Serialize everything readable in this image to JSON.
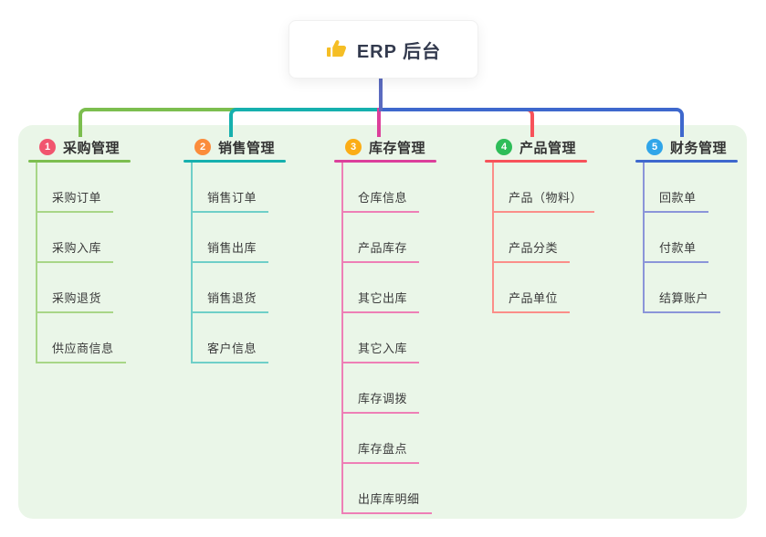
{
  "root": {
    "label": "ERP 后台",
    "icon": "thumbs-up",
    "icon_color": "#f5be25"
  },
  "canvas": {
    "background": "#ffffff",
    "panel_background": "#eaf6e8",
    "root_connector_color": "#5b6bc0"
  },
  "branches": [
    {
      "number": "1",
      "title": "采购管理",
      "circle_color": "#f1556f",
      "line_color": "#7cbe4f",
      "sub_line_color": "#a8d687",
      "items": [
        "采购订单",
        "采购入库",
        "采购退货",
        "供应商信息"
      ]
    },
    {
      "number": "2",
      "title": "销售管理",
      "circle_color": "#fb8c3b",
      "line_color": "#16b0ae",
      "sub_line_color": "#6fcfc8",
      "items": [
        "销售订单",
        "销售出库",
        "销售退货",
        "客户信息"
      ]
    },
    {
      "number": "3",
      "title": "库存管理",
      "circle_color": "#fbad16",
      "line_color": "#dc3f9b",
      "sub_line_color": "#ee7fb6",
      "items": [
        "仓库信息",
        "产品库存",
        "其它出库",
        "其它入库",
        "库存调拨",
        "库存盘点",
        "出库库明细"
      ]
    },
    {
      "number": "4",
      "title": "产品管理",
      "circle_color": "#2ebd59",
      "line_color": "#f7525a",
      "sub_line_color": "#fb8e89",
      "items": [
        "产品（物料）",
        "产品分类",
        "产品单位"
      ]
    },
    {
      "number": "5",
      "title": "财务管理",
      "circle_color": "#30a5e9",
      "line_color": "#3e68cd",
      "sub_line_color": "#8b95d9",
      "items": [
        "回款单",
        "付款单",
        "结算账户"
      ]
    }
  ]
}
